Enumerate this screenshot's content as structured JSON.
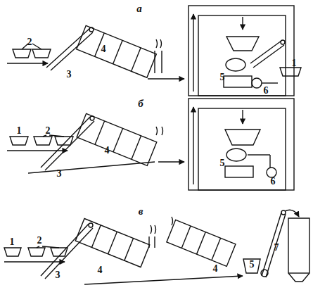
{
  "diagram": {
    "labels": [
      "а",
      "2",
      "4",
      "3",
      "5",
      "1",
      "6",
      "б",
      "1",
      "2",
      "4",
      "3",
      "5",
      "6",
      "в",
      "1",
      "2",
      "4",
      "3",
      "4",
      "5",
      "7"
    ]
  }
}
